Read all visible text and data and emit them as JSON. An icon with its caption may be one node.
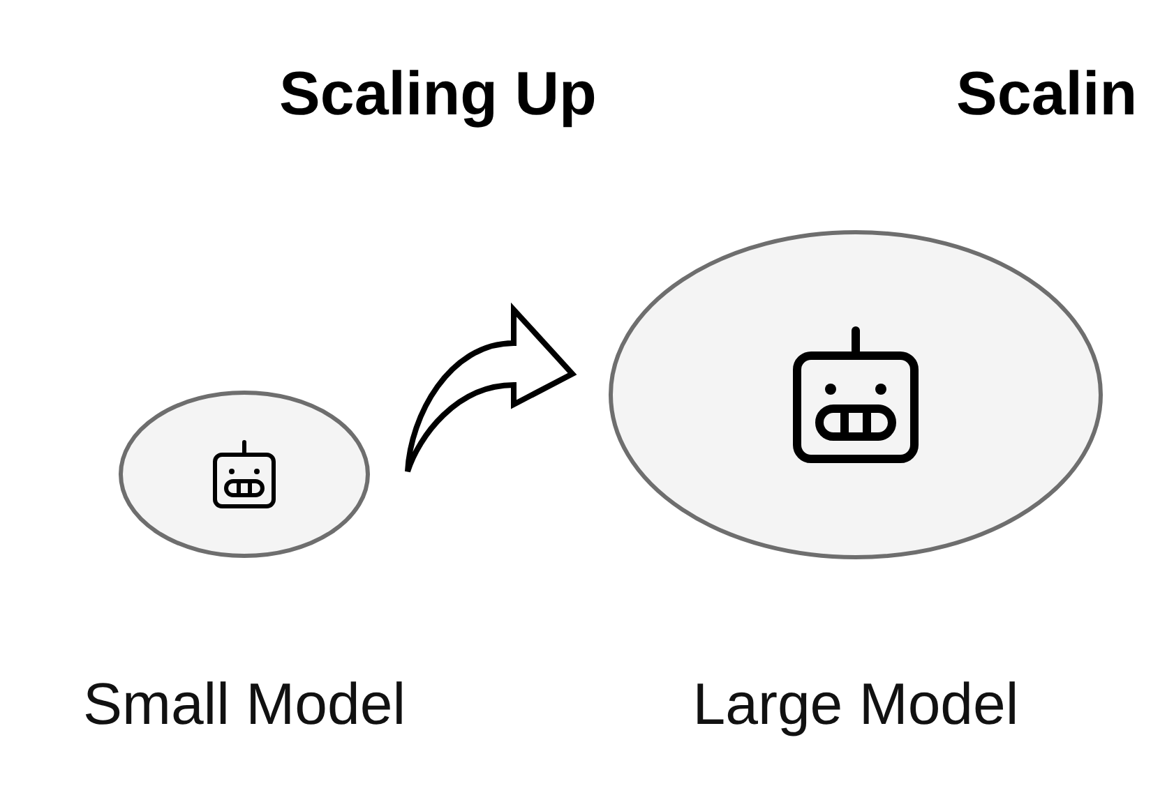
{
  "diagram": {
    "nodes": [
      {
        "text": [
          "Small Model"
        ]
      },
      {
        "text": [
          "Large Model"
        ]
      }
    ],
    "edges": [
      {
        "from": 0,
        "to": 1,
        "arrow": "to"
      }
    ],
    "labels": [
      "Scaling Up",
      "Scalin"
    ]
  }
}
